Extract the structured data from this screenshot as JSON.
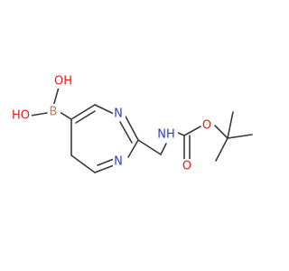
{
  "colors": {
    "bond": "#3a3a3a",
    "carbon": "#3a3a3a",
    "nitrogen": "#2f3ec9",
    "oxygen": "#e0201b",
    "boron": "#b8805a"
  },
  "atoms": {
    "b": {
      "text": "B",
      "element": "boron"
    },
    "oh_top": {
      "text": "OH",
      "element": "oxygen"
    },
    "ho_left": {
      "text": "HO",
      "element": "oxygen"
    },
    "n_top": {
      "text": "N",
      "element": "nitrogen"
    },
    "n_bottom": {
      "text": "N",
      "element": "nitrogen"
    },
    "nh": {
      "text": "NH",
      "element": "nitrogen"
    },
    "o_carbonyl": {
      "text": "O",
      "element": "oxygen"
    },
    "o_ester": {
      "text": "O",
      "element": "oxygen"
    }
  }
}
